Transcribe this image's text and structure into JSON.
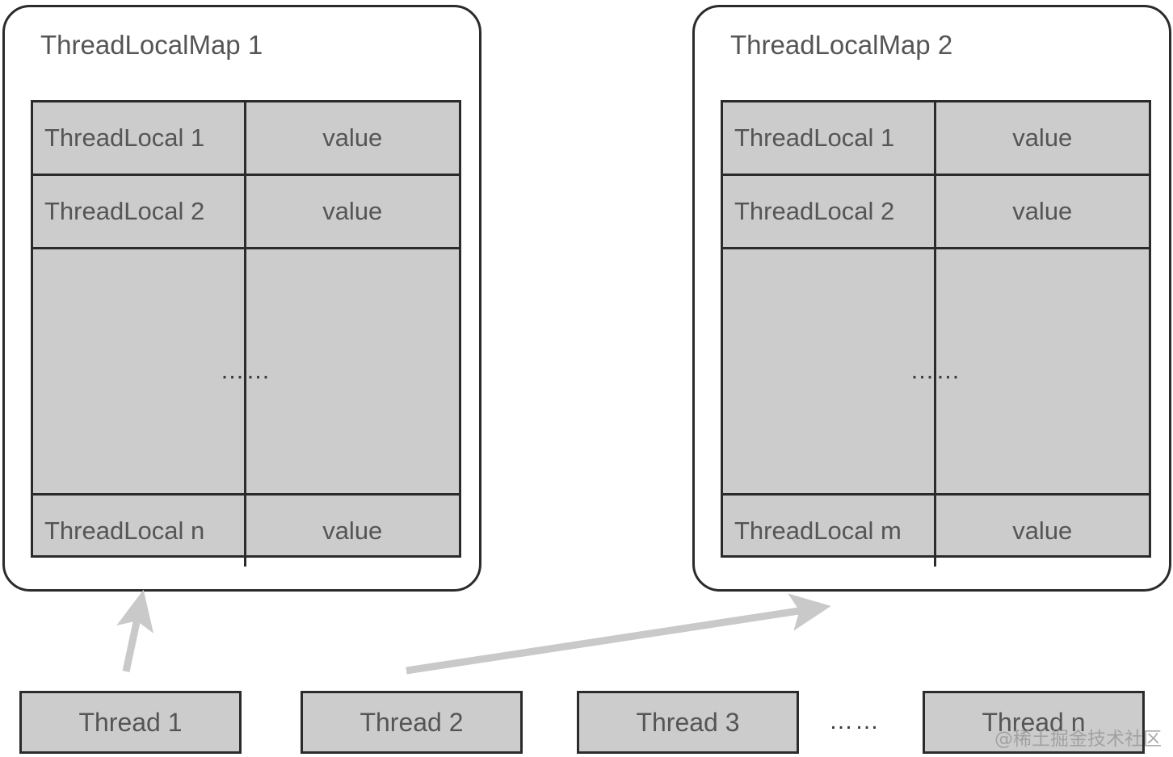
{
  "diagram": {
    "title_hidden": "ThreadLocal / ThreadLocalMap relationship diagram",
    "colors": {
      "cell_fill": "#cccccc",
      "stroke": "#2b2b2b",
      "text": "#555555",
      "arrow": "#c9c9c9",
      "background": "#ffffff"
    }
  },
  "maps": [
    {
      "title": "ThreadLocalMap 1",
      "rows": [
        {
          "key": "ThreadLocal 1",
          "value": "value",
          "type": "entry"
        },
        {
          "key": "ThreadLocal 2",
          "value": "value",
          "type": "entry"
        },
        {
          "key": "",
          "value": "",
          "type": "ellipsis",
          "ellipsis": "……"
        },
        {
          "key": "ThreadLocal n",
          "value": "value",
          "type": "entry"
        }
      ]
    },
    {
      "title": "ThreadLocalMap 2",
      "rows": [
        {
          "key": "ThreadLocal 1",
          "value": "value",
          "type": "entry"
        },
        {
          "key": "ThreadLocal 2",
          "value": "value",
          "type": "entry"
        },
        {
          "key": "",
          "value": "",
          "type": "ellipsis",
          "ellipsis": "……"
        },
        {
          "key": "ThreadLocal m",
          "value": "value",
          "type": "entry"
        }
      ]
    }
  ],
  "threads": [
    {
      "label": "Thread 1"
    },
    {
      "label": "Thread 2"
    },
    {
      "label": "Thread 3"
    },
    {
      "label": "Thread n"
    }
  ],
  "thread_ellipsis": "……",
  "arrows": [
    {
      "name": "thread1-to-map1",
      "from": "Thread 1",
      "to": "ThreadLocalMap 1"
    },
    {
      "name": "thread2-to-map2",
      "from": "Thread 2",
      "to": "ThreadLocalMap 2"
    }
  ],
  "watermark": "@稀土掘金技术社区"
}
